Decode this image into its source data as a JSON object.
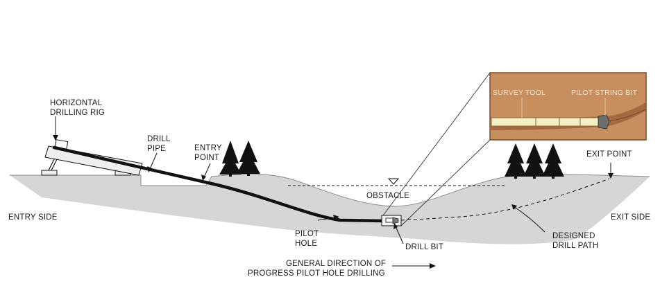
{
  "labels": {
    "rig_line1": "HORIZONTAL",
    "rig_line2": "DRILLING RIG",
    "pipe_line1": "DRILL",
    "pipe_line2": "PIPE",
    "entry_point_line1": "ENTRY",
    "entry_point_line2": "POINT",
    "obstacle": "OBSTACLE",
    "exit_point": "EXIT POINT",
    "entry_side": "ENTRY SIDE",
    "exit_side": "EXIT SIDE",
    "pilot_hole_line1": "PILOT",
    "pilot_hole_line2": "HOLE",
    "drill_bit": "DRILL BIT",
    "designed_path_line1": "DESIGNED",
    "designed_path_line2": "DRILL PATH",
    "direction_line1": "GENERAL DIRECTION OF",
    "direction_line2": "PROGRESS PILOT HOLE DRILLING"
  },
  "inset": {
    "survey_tool": "SURVEY TOOL",
    "pilot_string_bit": "PILOT STRING BIT"
  },
  "colors": {
    "ground": "#d6d6d6",
    "inset_frame": "#7a4a2a",
    "inset_soil": "#c78e5e",
    "inset_bore": "#a5693f",
    "pipe": "#111111",
    "tree": "#111111"
  }
}
